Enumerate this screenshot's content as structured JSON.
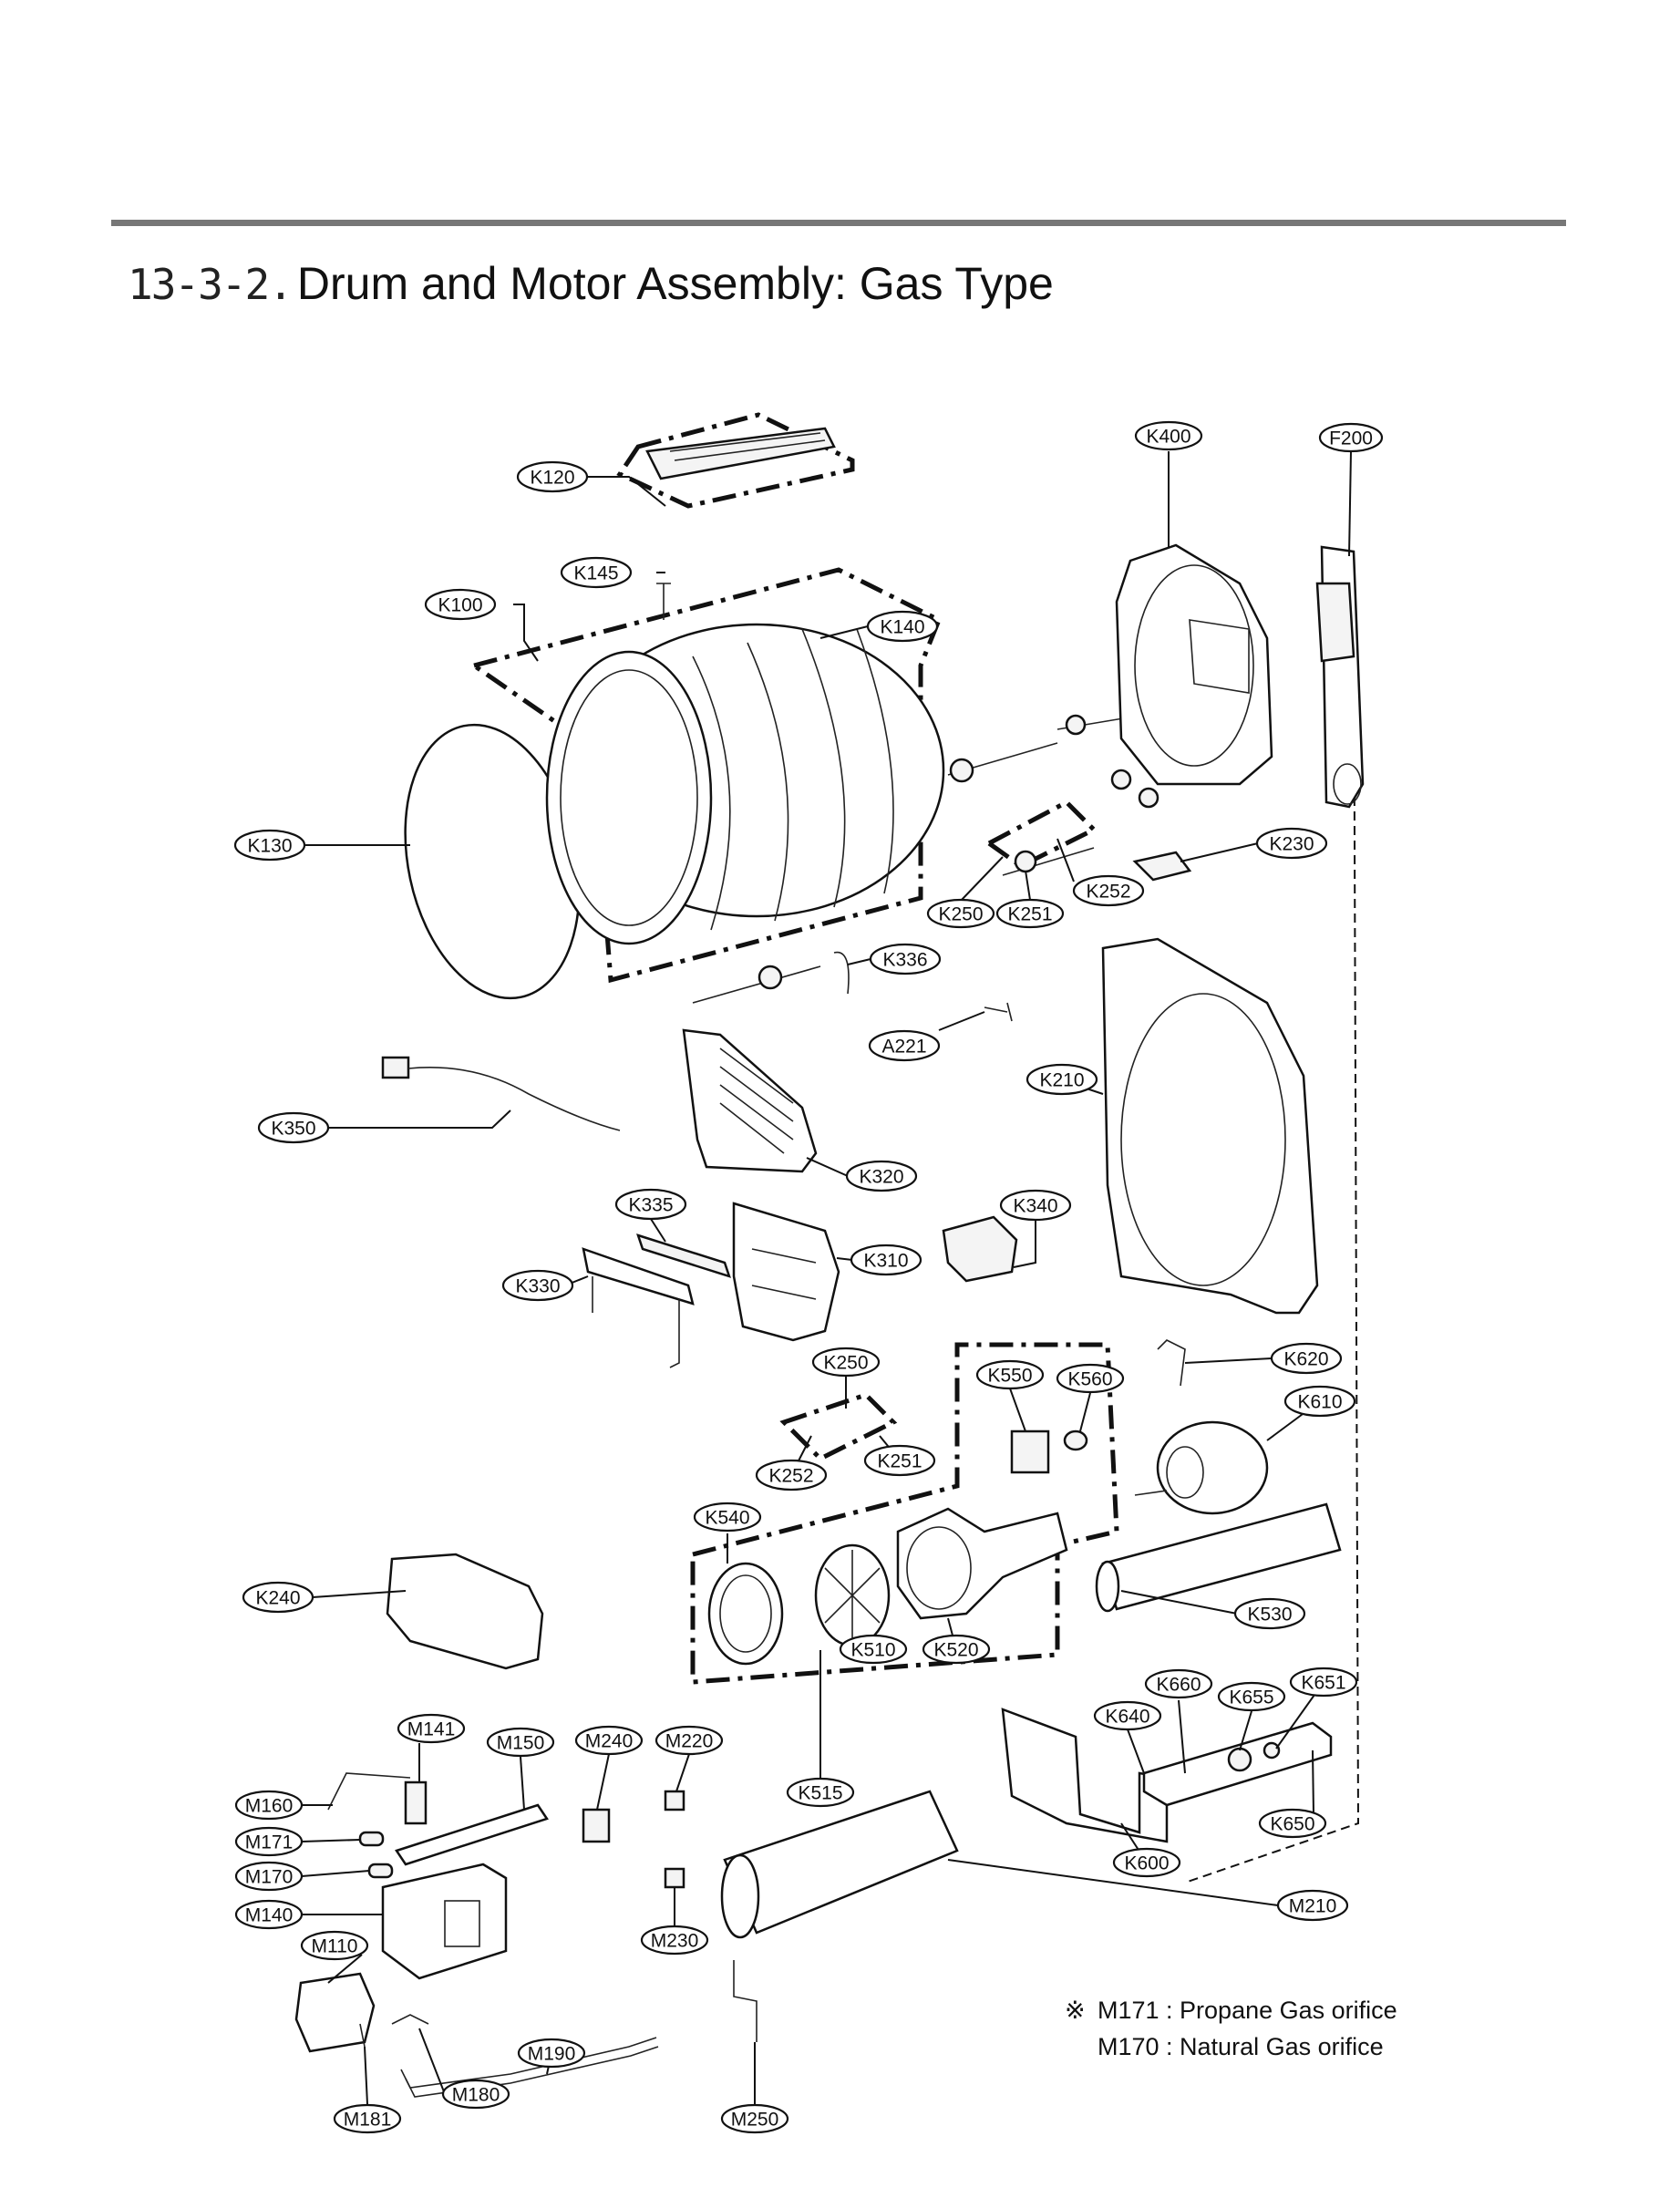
{
  "header": {
    "section_number": "13-3-2.",
    "title": "Drum and Motor Assembly: Gas Type"
  },
  "callouts": [
    {
      "id": "K120"
    },
    {
      "id": "K145"
    },
    {
      "id": "K100"
    },
    {
      "id": "K140"
    },
    {
      "id": "K130"
    },
    {
      "id": "K400"
    },
    {
      "id": "F200"
    },
    {
      "id": "K230"
    },
    {
      "id": "K250"
    },
    {
      "id": "K251"
    },
    {
      "id": "K252"
    },
    {
      "id": "K336"
    },
    {
      "id": "A221"
    },
    {
      "id": "K210"
    },
    {
      "id": "K350"
    },
    {
      "id": "K320"
    },
    {
      "id": "K335"
    },
    {
      "id": "K340"
    },
    {
      "id": "K310"
    },
    {
      "id": "K330"
    },
    {
      "id": "K250"
    },
    {
      "id": "K550"
    },
    {
      "id": "K560"
    },
    {
      "id": "K620"
    },
    {
      "id": "K610"
    },
    {
      "id": "K252"
    },
    {
      "id": "K251"
    },
    {
      "id": "K540"
    },
    {
      "id": "K240"
    },
    {
      "id": "K530"
    },
    {
      "id": "K510"
    },
    {
      "id": "K520"
    },
    {
      "id": "K660"
    },
    {
      "id": "K651"
    },
    {
      "id": "K655"
    },
    {
      "id": "K640"
    },
    {
      "id": "M141"
    },
    {
      "id": "M150"
    },
    {
      "id": "M240"
    },
    {
      "id": "M220"
    },
    {
      "id": "K515"
    },
    {
      "id": "M160"
    },
    {
      "id": "M171"
    },
    {
      "id": "M170"
    },
    {
      "id": "M140"
    },
    {
      "id": "M110"
    },
    {
      "id": "K650"
    },
    {
      "id": "K600"
    },
    {
      "id": "M210"
    },
    {
      "id": "M230"
    },
    {
      "id": "M190"
    },
    {
      "id": "M180"
    },
    {
      "id": "M250"
    },
    {
      "id": "M181"
    }
  ],
  "note": {
    "symbol": "※",
    "line1": "M171 : Propane Gas orifice",
    "line2": "M170 : Natural Gas orifice"
  }
}
